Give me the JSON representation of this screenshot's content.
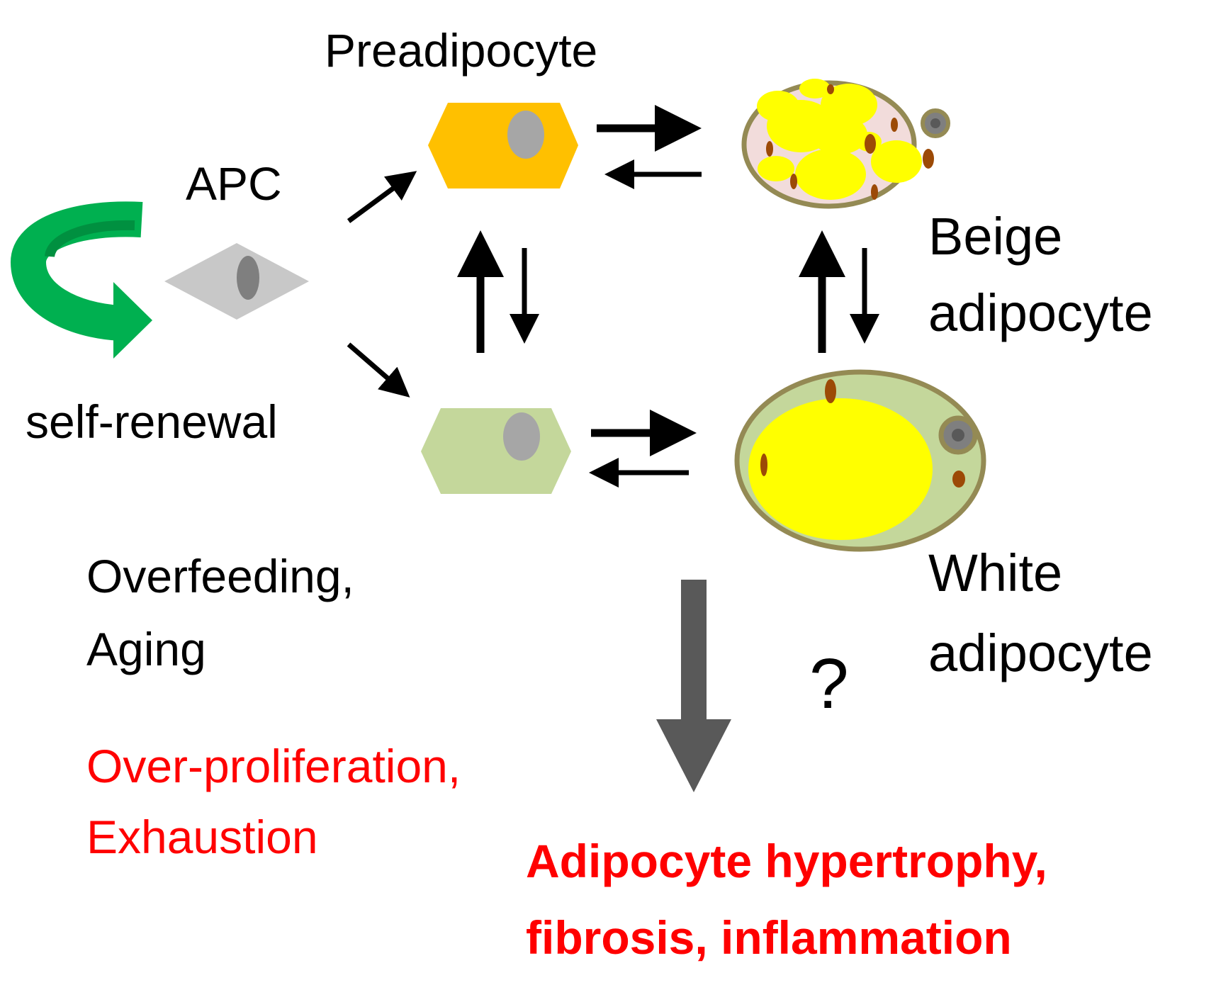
{
  "labels": {
    "preadipocyte": "Preadipocyte",
    "apc": "APC",
    "self_renewal": "self-renewal",
    "beige_line1": "Beige",
    "beige_line2": "adipocyte",
    "white_line1": "White",
    "white_line2": "adipocyte",
    "trigger_line1": "Overfeeding,",
    "trigger_line2": "Aging",
    "question": "?",
    "effect_line1": "Over-proliferation,",
    "effect_line2": "Exhaustion",
    "outcome_line1": "Adipocyte hypertrophy,",
    "outcome_line2": "fibrosis, inflammation"
  },
  "icons": {
    "self_renewal_arrow": "curved-arrow-icon",
    "apc_cell": "diamond-cell-icon",
    "beige_preadipocyte": "hexagon-cell-icon",
    "white_preadipocyte": "hexagon-cell-icon",
    "beige_adipocyte": "multilocular-cell-icon",
    "white_adipocyte": "unilocular-cell-icon",
    "outcome_arrow": "down-arrow-icon"
  },
  "colors": {
    "text": "#000000",
    "highlight": "#ff0000",
    "self_renewal_arrow": "#00b050",
    "beige_preadipocyte_fill": "#ffc000",
    "white_preadipocyte_fill": "#c4d79b",
    "apc_fill": "#c8c8c8",
    "nucleus": "#a6a6a6",
    "apc_nucleus": "#7f7f7f",
    "lipid": "#ffff00",
    "beige_cytoplasm": "#f2dcdb",
    "white_cytoplasm": "#c4d79b",
    "cell_outline": "#948a54",
    "mitochondria": "#9c4a06",
    "outcome_arrow": "#595959"
  }
}
